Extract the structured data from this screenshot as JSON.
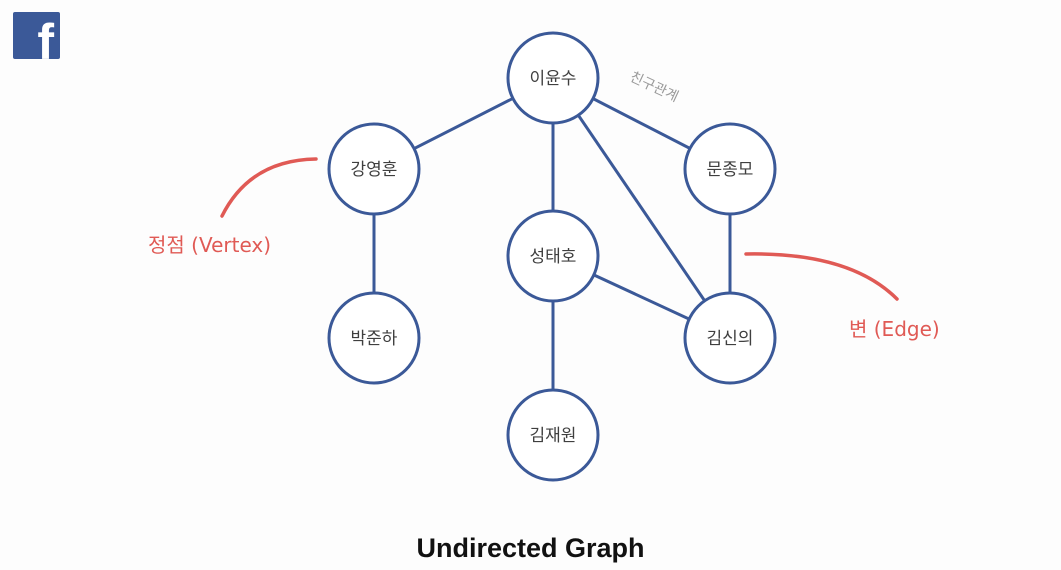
{
  "logo": {
    "icon": "facebook-logo-icon",
    "glyph": "f",
    "color": "#3b5998"
  },
  "title": "Undirected Graph",
  "colors": {
    "node_stroke": "#3b5998",
    "annotation": "#e05a55",
    "edge_label": "#9a9a9a"
  },
  "nodes": [
    {
      "id": "n1",
      "label": "이윤수"
    },
    {
      "id": "n2",
      "label": "강영훈"
    },
    {
      "id": "n3",
      "label": "문종모"
    },
    {
      "id": "n4",
      "label": "성태호"
    },
    {
      "id": "n5",
      "label": "박준하"
    },
    {
      "id": "n6",
      "label": "김신의"
    },
    {
      "id": "n7",
      "label": "김재원"
    }
  ],
  "edges": [
    {
      "from": "n1",
      "to": "n2"
    },
    {
      "from": "n1",
      "to": "n3",
      "label": "친구관계"
    },
    {
      "from": "n1",
      "to": "n4"
    },
    {
      "from": "n1",
      "to": "n6"
    },
    {
      "from": "n2",
      "to": "n5"
    },
    {
      "from": "n3",
      "to": "n6"
    },
    {
      "from": "n4",
      "to": "n6"
    },
    {
      "from": "n4",
      "to": "n7"
    }
  ],
  "annotations": {
    "vertex": "정점 (Vertex)",
    "edge": "변 (Edge)"
  }
}
